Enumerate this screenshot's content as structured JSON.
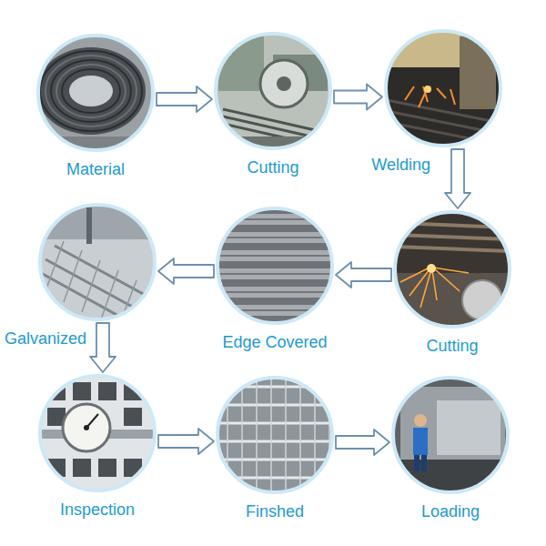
{
  "diagram": {
    "nodes": [
      {
        "text": [
          "Material"
        ]
      },
      {
        "text": [
          "Cutting"
        ]
      },
      {
        "text": [
          "Welding"
        ]
      },
      {
        "text": [
          "Cutting"
        ]
      },
      {
        "text": [
          "Edge Covered"
        ]
      },
      {
        "text": [
          "Galvanized"
        ]
      },
      {
        "text": [
          "Inspection"
        ]
      },
      {
        "text": [
          "Finshed"
        ]
      },
      {
        "text": [
          "Loading"
        ]
      }
    ],
    "edges": [
      {
        "from": 0,
        "to": 1,
        "arrow": "to"
      },
      {
        "from": 1,
        "to": 2,
        "arrow": "to"
      },
      {
        "from": 2,
        "to": 3,
        "arrow": "to"
      },
      {
        "from": 3,
        "to": 4,
        "arrow": "to"
      },
      {
        "from": 4,
        "to": 5,
        "arrow": "to"
      },
      {
        "from": 5,
        "to": 6,
        "arrow": "to"
      },
      {
        "from": 6,
        "to": 7,
        "arrow": "to"
      },
      {
        "from": 7,
        "to": 8,
        "arrow": "to"
      }
    ]
  }
}
